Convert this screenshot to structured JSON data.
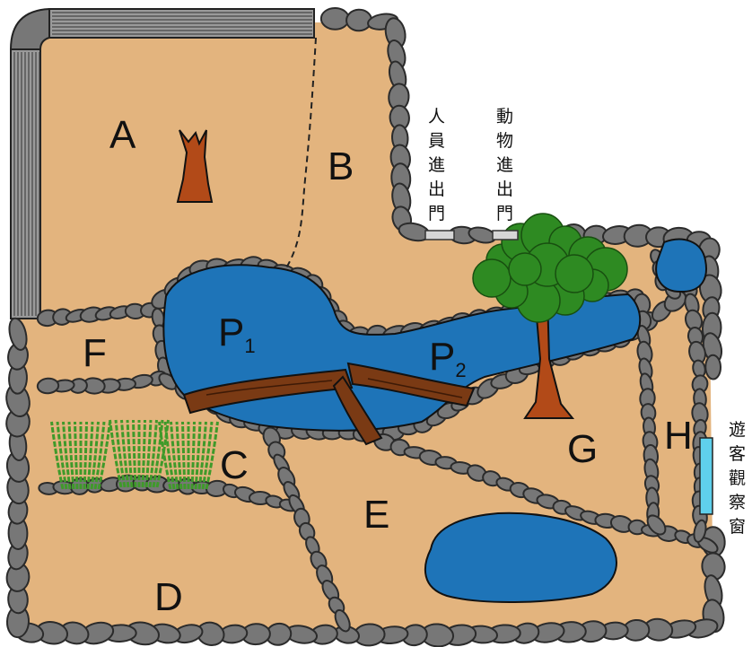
{
  "zones": {
    "a": "A",
    "b": "B",
    "c": "C",
    "d": "D",
    "e": "E",
    "f": "F",
    "g": "G",
    "h": "H"
  },
  "ponds": {
    "p1_main": "P",
    "p1_sub": "1",
    "p2_main": "P",
    "p2_sub": "2"
  },
  "labels": {
    "staff_entrance": [
      "人",
      "員",
      "進",
      "出",
      "門"
    ],
    "animal_entrance": [
      "動",
      "物",
      "進",
      "出",
      "門"
    ],
    "visitor_window": [
      "遊",
      "客",
      "觀",
      "察",
      "窗"
    ]
  },
  "colors": {
    "ground": "#e3b47e",
    "water": "#1e74b8",
    "rock": "#777777",
    "rock_edge": "#2b2b2b",
    "wall": "#9a9a9a",
    "window": "#5fd0ec",
    "log": "#7a3a14",
    "tree_trunk": "#b24a18",
    "foliage": "#2e8a22",
    "grass": "#3f9a2a"
  },
  "icons": {
    "dead_tree": "dead-tree-icon",
    "tree": "tree-icon",
    "grass": "grass-icon",
    "log": "log-icon"
  }
}
